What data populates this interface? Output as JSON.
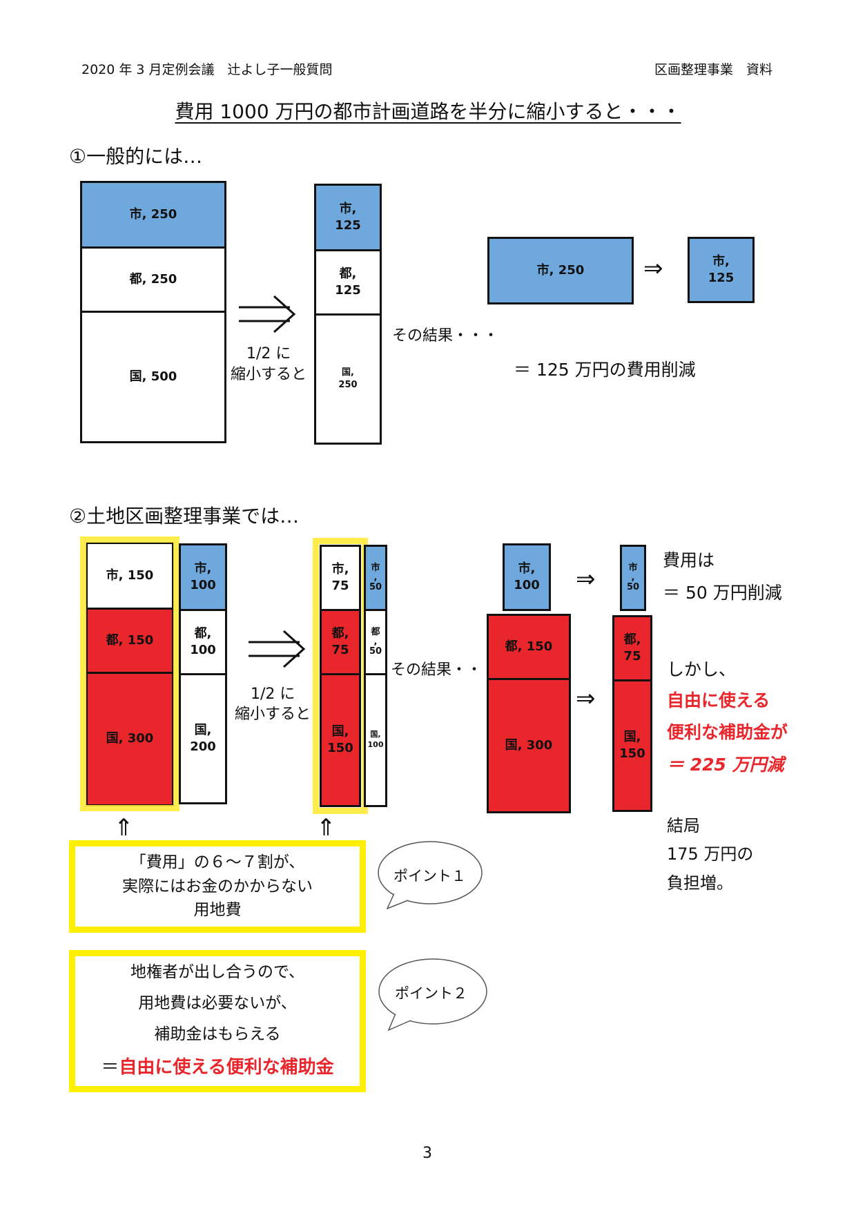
{
  "header": {
    "left": "2020 年 3 月定例会議　辻よし子一般質問",
    "right": "区画整理事業　資料"
  },
  "title": "費用 1000 万円の都市計画道路を半分に縮小すると・・・",
  "section1": {
    "heading": "①一般的には…",
    "full": {
      "city": "市, 250",
      "metro": "都, 250",
      "nation": "国, 500"
    },
    "arrow_label_1": "1/2 に",
    "arrow_label_2": "縮小すると",
    "half": {
      "city": "市,\n125",
      "metro": "都,\n125",
      "nation": "国,\n250"
    },
    "result_label": "その結果・・・",
    "result_before": "市, 250",
    "result_after": "市,\n125",
    "result_text": "＝ 125 万円の費用削減"
  },
  "section2": {
    "heading": "②土地区画整理事業では…",
    "full_left": {
      "city": "市, 150",
      "metro": "都, 150",
      "nation": "国, 300"
    },
    "full_right": {
      "city": "市,\n100",
      "metro": "都,\n100",
      "nation": "国,\n200"
    },
    "arrow_label_1": "1/2 に",
    "arrow_label_2": "縮小すると",
    "half_left": {
      "city": "市,\n75",
      "metro": "都,\n75",
      "nation": "国,\n150"
    },
    "half_right": {
      "city": "市\n,\n50",
      "metro": "都\n,\n50",
      "nation": "国,\n100"
    },
    "result_label": "その結果・・・",
    "result_city_before": "市,\n100",
    "result_metro_before": "都, 150",
    "result_nation_before": "国, 300",
    "result_city_after": "市\n,\n50",
    "result_metro_after": "都,\n75",
    "result_nation_after": "国,\n150",
    "note_cost_1": "費用は",
    "note_cost_2": "＝ 50 万円削減",
    "note_but": "しかし、",
    "note_red_1": "自由に使える",
    "note_red_2": "便利な補助金が",
    "note_red_3": "＝ 225 万円減",
    "note_end_1": "結局",
    "note_end_2": "175 万円の",
    "note_end_3": "負担増。"
  },
  "point1": {
    "bubble": "ポイント１",
    "line1": "「費用」の６～７割が、",
    "line2": "実際にはお金のかからない",
    "line3": "用地費"
  },
  "point2": {
    "bubble": "ポイント２",
    "line1": "地権者が出し合うので、",
    "line2": "用地費は必要ないが、",
    "line3": "補助金はもらえる",
    "line4_prefix": "＝",
    "line4_red": "自由に使える便利な補助金"
  },
  "page_number": "3",
  "colors": {
    "city": "#6fa8dc",
    "land": "#e8262c",
    "highlight": "#ffef00"
  }
}
